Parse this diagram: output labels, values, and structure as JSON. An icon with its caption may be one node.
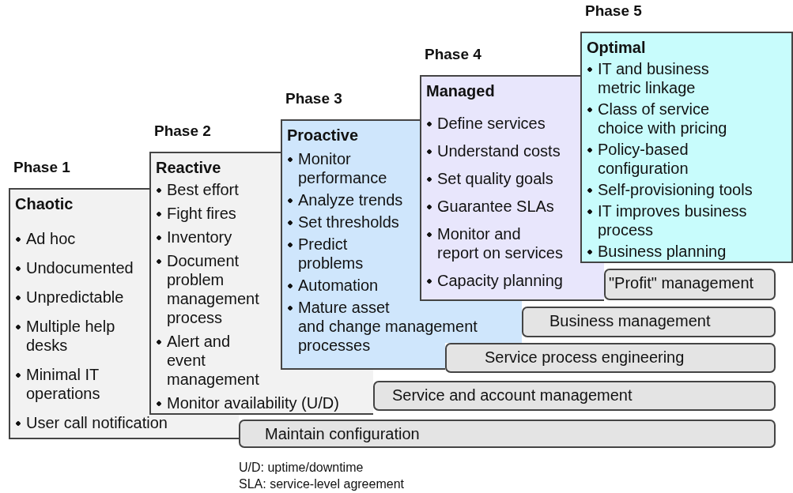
{
  "diagram": {
    "nodes": [
      {
        "text": [
          "Phase 1",
          "Chaotic",
          "Ad hoc",
          "Undocumented",
          "Unpredictable",
          "Multiple help desks",
          "Minimal IT operations",
          "User call notification"
        ]
      },
      {
        "text": [
          "Phase 2",
          "Reactive",
          "Best effort",
          "Fight fires",
          "Inventory",
          "Document problem management process",
          "Alert and event management",
          "Monitor availability (U/D)"
        ]
      },
      {
        "text": [
          "Phase 3",
          "Proactive",
          "Monitor performance",
          "Analyze trends",
          "Set thresholds",
          "Predict problems",
          "Automation",
          "Mature asset and change management processes"
        ]
      },
      {
        "text": [
          "Phase 4",
          "Managed",
          "Define services",
          "Understand costs",
          "Set quality goals",
          "Guarantee SLAs",
          "Monitor and report on services",
          "Capacity planning"
        ]
      },
      {
        "text": [
          "Phase 5",
          "Optimal",
          "IT and business metric linkage",
          "Class of service choice with pricing",
          "Policy-based configuration",
          "Self-provisioning tools",
          "IT improves business process",
          "Business planning"
        ]
      },
      {
        "text": [
          "\"Profit\" management"
        ]
      },
      {
        "text": [
          "Business management"
        ]
      },
      {
        "text": [
          "Service process engineering"
        ]
      },
      {
        "text": [
          "Service and account management"
        ]
      },
      {
        "text": [
          "Maintain configuration"
        ]
      }
    ],
    "labels": [
      "U/D: uptime/downtime",
      "SLA: service-level agreement"
    ]
  }
}
